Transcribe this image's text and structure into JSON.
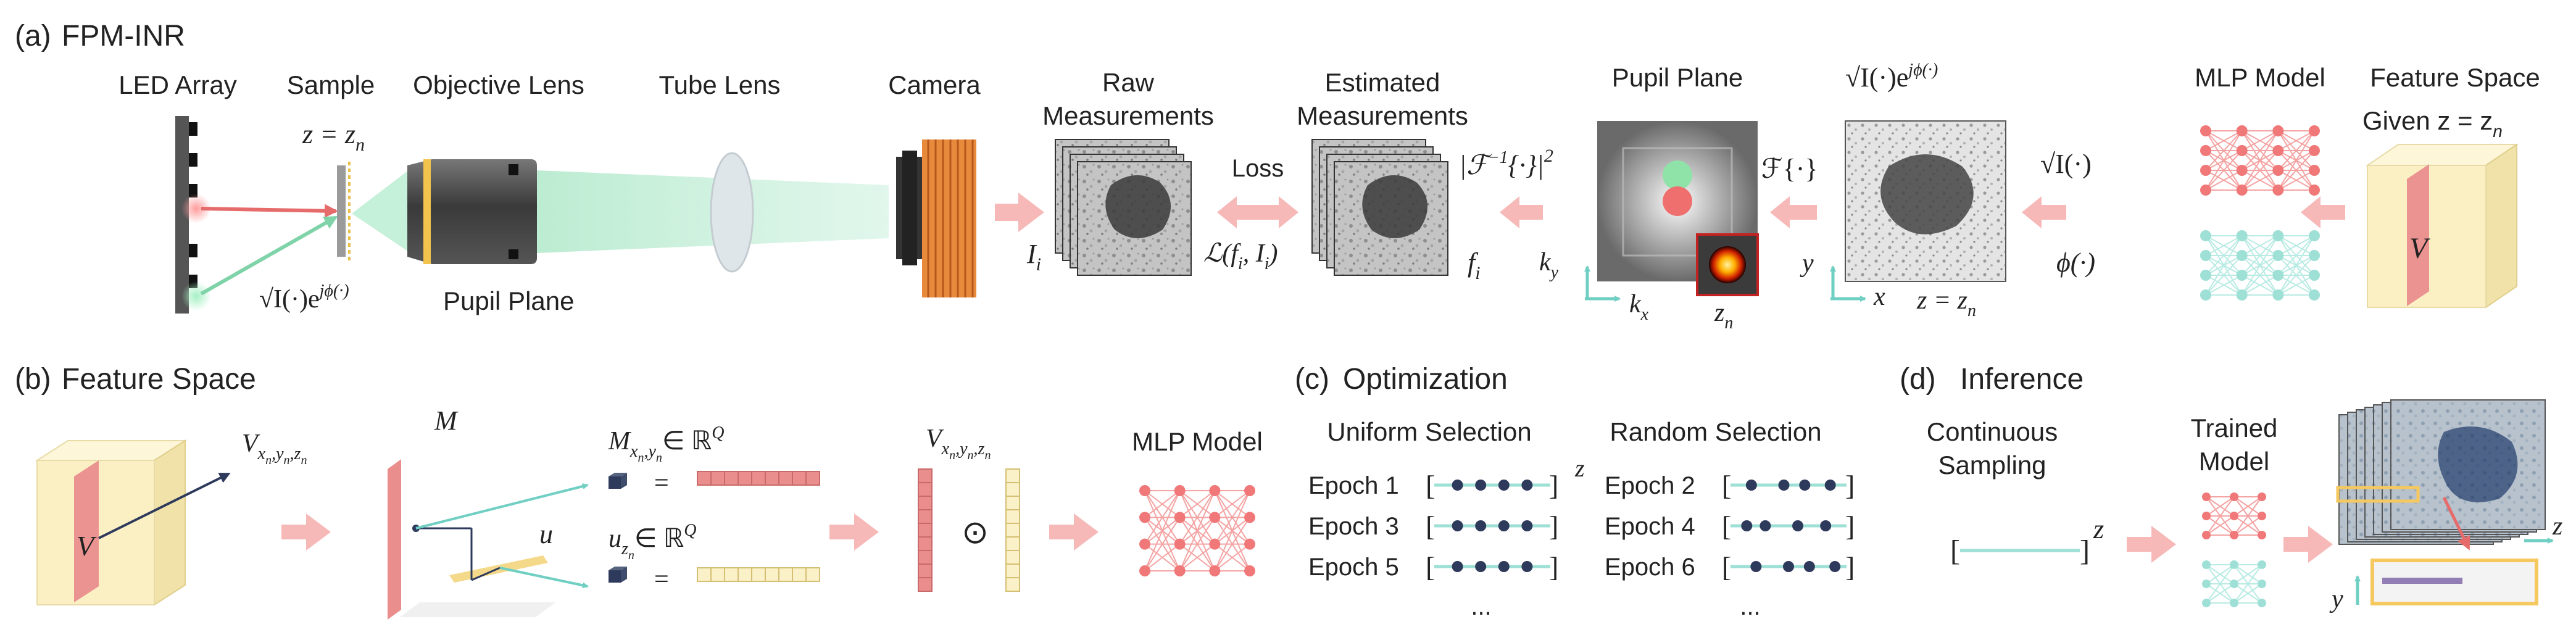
{
  "panels": {
    "a": {
      "label": "(a)",
      "title": "FPM-INR"
    },
    "b": {
      "label": "(b)",
      "title": "Feature Space"
    },
    "c": {
      "label": "(c)",
      "title": "Optimization"
    },
    "d": {
      "label": "(d)",
      "title": "Inference"
    }
  },
  "a": {
    "led_array": "LED Array",
    "sample": "Sample",
    "objective_lens": "Objective Lens",
    "tube_lens": "Tube Lens",
    "camera": "Camera",
    "z_eq": "z = z",
    "z_sub": "n",
    "field_sqrt": "√I(·)e",
    "field_exp": "jϕ(·)",
    "pupil_plane_bottom": "Pupil Plane",
    "raw_line1": "Raw",
    "raw_line2": "Measurements",
    "raw_symbol": "I",
    "raw_symbol_sub": "i",
    "loss": "Loss",
    "loss_expr": "ℒ(f",
    "loss_expr_i1": "i",
    "loss_expr_mid": ", I",
    "loss_expr_i2": "i",
    "loss_expr_end": ")",
    "est_line1": "Estimated",
    "est_line2": "Measurements",
    "est_symbol": "f",
    "est_symbol_sub": "i",
    "inverse_ft": "|ℱ",
    "inverse_ft_sup": "−1",
    "inverse_ft_end": "{·}|",
    "inverse_ft_sq": "2",
    "pupil_plane_title": "Pupil Plane",
    "forward_ft": "ℱ{·}",
    "ky": "k",
    "ky_sub": "y",
    "kx": "k",
    "kx_sub": "x",
    "zn": "z",
    "zn_sub": "n",
    "field_title_sqrt": "√I(·)e",
    "field_title_exp": "jϕ(·)",
    "axis_y": "y",
    "axis_x": "x",
    "axis_z": "z = z",
    "axis_z_sub": "n",
    "mlp_title": "MLP Model",
    "amp_label": "√I(·)",
    "phase_label": "ϕ(·)",
    "fs_line1": "Feature Space",
    "fs_line2": "Given z = z",
    "fs_line2_sub": "n",
    "V": "V"
  },
  "b": {
    "V": "V",
    "V_sub_label": "V",
    "V_sub": "x",
    "V_sub_n1": "n",
    "V_sub_y": ",y",
    "V_sub_n2": "n",
    "V_sub_z": ",z",
    "V_sub_n3": "n",
    "M": "M",
    "u": "u",
    "M_expr": "M",
    "M_sub": "x",
    "M_sub_n1": "n",
    "M_sub_y": ",y",
    "M_sub_n2": "n",
    "M_in": "∈ ℝ",
    "M_sup": "Q",
    "u_expr": "u",
    "u_sub": "z",
    "u_sub_n": "n",
    "u_in": "∈ ℝ",
    "u_sup": "Q",
    "eq": "=",
    "Vout": "V",
    "odot": "⊙",
    "mlp_title": "MLP Model"
  },
  "c": {
    "uniform": "Uniform Selection",
    "random": "Random Selection",
    "z": "z",
    "epochs_left": [
      "Epoch 1",
      "Epoch 3",
      "Epoch 5"
    ],
    "epochs_right": [
      "Epoch 2",
      "Epoch 4",
      "Epoch 6"
    ],
    "dots": "..."
  },
  "d": {
    "cont1": "Continuous",
    "cont2": "Sampling",
    "z": "z",
    "trained1": "Trained",
    "trained2": "Model",
    "out_z": "z",
    "out_y": "y"
  },
  "colors": {
    "arrow_pink": "#f7b8b8",
    "teal": "#9ee0d6",
    "red_node": "#f07878",
    "cream": "#fbf1c8",
    "pink_plane": "#ea8d8d",
    "camera_orange": "#e88a3c"
  }
}
